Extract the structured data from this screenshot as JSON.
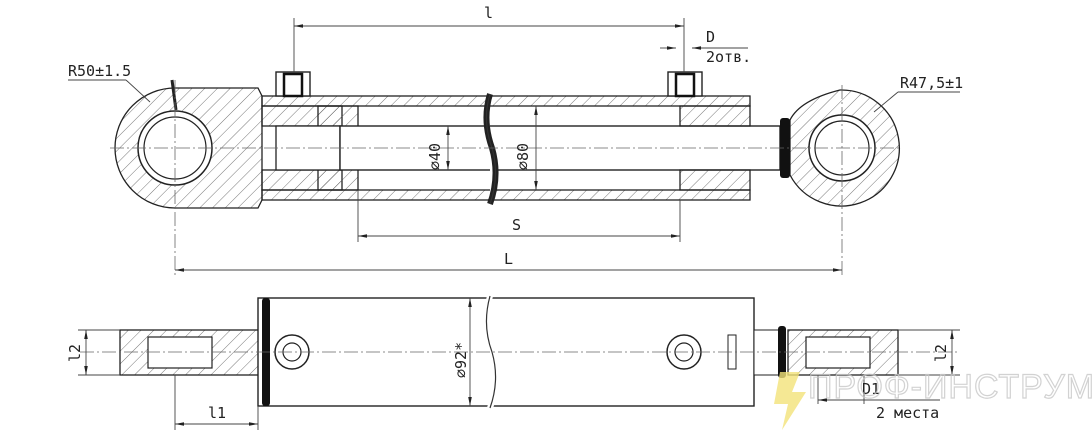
{
  "drawing": {
    "top_view": {
      "dim_l": "l",
      "dim_D": "D",
      "holes_note": "2отв.",
      "radius_left": "R50±1.5",
      "radius_right": "R47,5±1",
      "rod_diameter": "⌀40",
      "bore_diameter": "⌀80",
      "stroke": "S",
      "length": "L"
    },
    "bottom_view": {
      "dim_l2_left": "l2",
      "dim_l1": "l1",
      "outer_diameter": "⌀92*",
      "dim_l2_right": "l2",
      "dim_D1": "D1",
      "places_note": "2 места"
    },
    "watermark": "ПРОФ-ИНСТРУМЕНТ"
  }
}
